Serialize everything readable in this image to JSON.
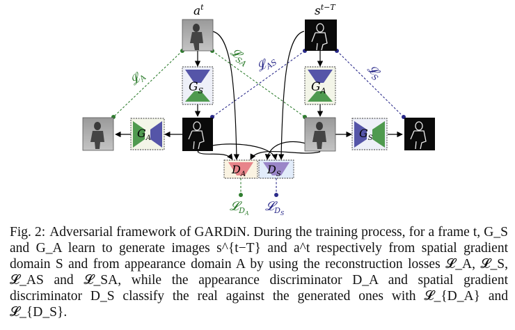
{
  "figure": {
    "labels": {
      "at": "a",
      "at_sup": "t",
      "st": "s",
      "st_sup": "t−T",
      "LA": "𝓛",
      "LA_sub": "A",
      "LSA": "𝓛",
      "LSA_sub": "SA",
      "LAS": "𝓛",
      "LAS_sub": "AS",
      "LS": "𝓛",
      "LS_sub": "S",
      "LDA": "𝓛",
      "LDA_sub": "D",
      "LDA_subsub": "A",
      "LDS": "𝓛",
      "LDS_sub": "D",
      "LDS_subsub": "S"
    },
    "boxes": {
      "gs_top": {
        "name": "G",
        "sub": "S"
      },
      "ga_top": {
        "name": "G",
        "sub": "A"
      },
      "ga_left": {
        "name": "G",
        "sub": "A"
      },
      "gs_right": {
        "name": "G",
        "sub": "S"
      },
      "da": {
        "name": "D",
        "sub": "A"
      },
      "ds": {
        "name": "D",
        "sub": "S"
      }
    },
    "colors": {
      "appearance_green": "#2e7d2e",
      "spatial_blue": "#2a2a8a",
      "generator_green": "#4f9a4f",
      "generator_blue": "#5555a8",
      "discriminator_red": "#e8858a",
      "discriminator_purple": "#9a86c8"
    }
  },
  "caption": {
    "label": "Fig. 2:",
    "text": "Adversarial framework of GARDiN. During the training process, for a frame t, G_S and G_A learn to generate images s^{t−T} and a^t respectively from spatial gradient domain S and from appearance domain A by using the reconstruction losses 𝓛_A, 𝓛_S, 𝓛_AS and 𝓛_SA, while the appearance discriminator D_A and spatial gradient discriminator D_S classify the real against the generated ones with 𝓛_{D_A} and 𝓛_{D_S}."
  }
}
